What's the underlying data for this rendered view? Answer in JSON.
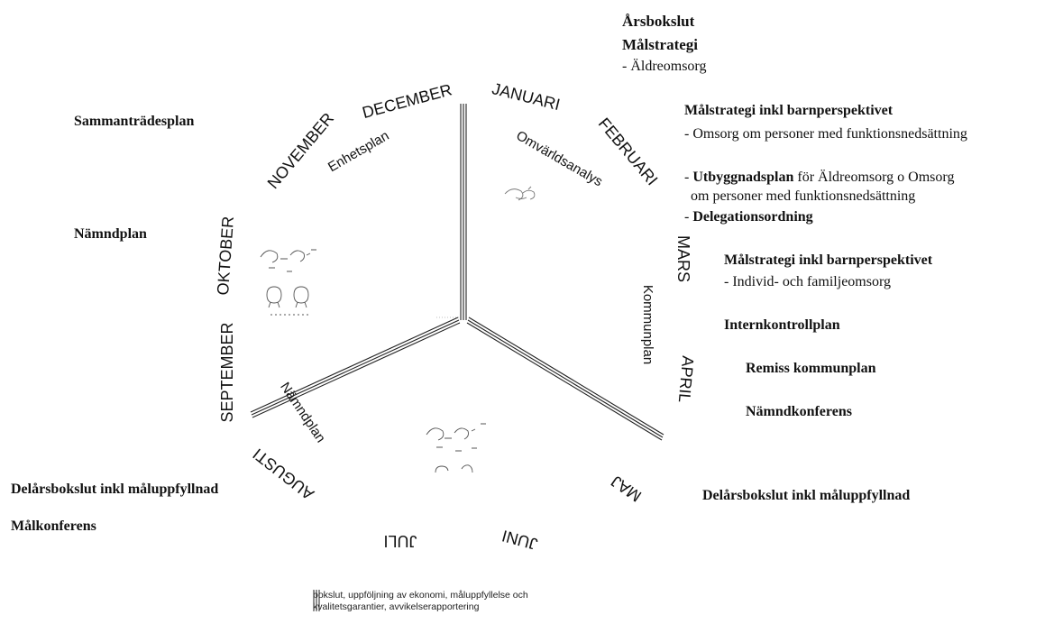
{
  "wheel": {
    "months": {
      "jan": "JANUARI",
      "feb": "FEBRUARI",
      "mar": "MARS",
      "apr": "APRIL",
      "maj": "MAJ",
      "jun": "JUNI",
      "jul": "JULI",
      "aug": "AUGUSTI",
      "sep": "SEPTEMBER",
      "okt": "OKTOBER",
      "nov": "NOVEMBER",
      "dec": "DECEMBER"
    },
    "phases": {
      "omvarldsanalys": "Omvärldsanalys",
      "kommunplan": "Kommunplan",
      "namndplan": "Nämndplan",
      "enhetsplan": "Enhetsplan"
    }
  },
  "notes": {
    "arsbokslut": "Årsbokslut",
    "malstrategi": "Målstrategi",
    "aldreomsorg": "- Äldreomsorg",
    "malstrategi_barn_1": "Målstrategi inkl barnperspektivet",
    "omsorg_funktion": "- Omsorg om personer med funktionsnedsättning",
    "utbyggnad_prefix": "- ",
    "utbyggnad_bold": "Utbyggnadsplan",
    "utbyggnad_rest": " för Äldreomsorg o Omsorg",
    "utbyggnad_line2": "om personer med funktionsnedsättning",
    "delegation_prefix": "- ",
    "delegation_bold": "Delegationsordning",
    "malstrategi_barn_2": "Målstrategi inkl barnperspektivet",
    "individ": "- Individ- och familjeomsorg",
    "internkontroll": "Internkontrollplan",
    "remiss": "Remiss kommunplan",
    "namndkonferens": "Nämndkonferens",
    "delarsbokslut_right": "Delårsbokslut inkl måluppfyllnad",
    "delarsbokslut_left": "Delårsbokslut inkl måluppfyllnad",
    "malkonferens": "Målkonferens",
    "sammantradesplan": "Sammanträdesplan",
    "namndplan_left": "Nämndplan"
  },
  "legend": {
    "line1": "bokslut, uppföljning av ekonomi, måluppfyllelse och",
    "line2": "kvalitetsgarantier, avvikelserapportering"
  }
}
